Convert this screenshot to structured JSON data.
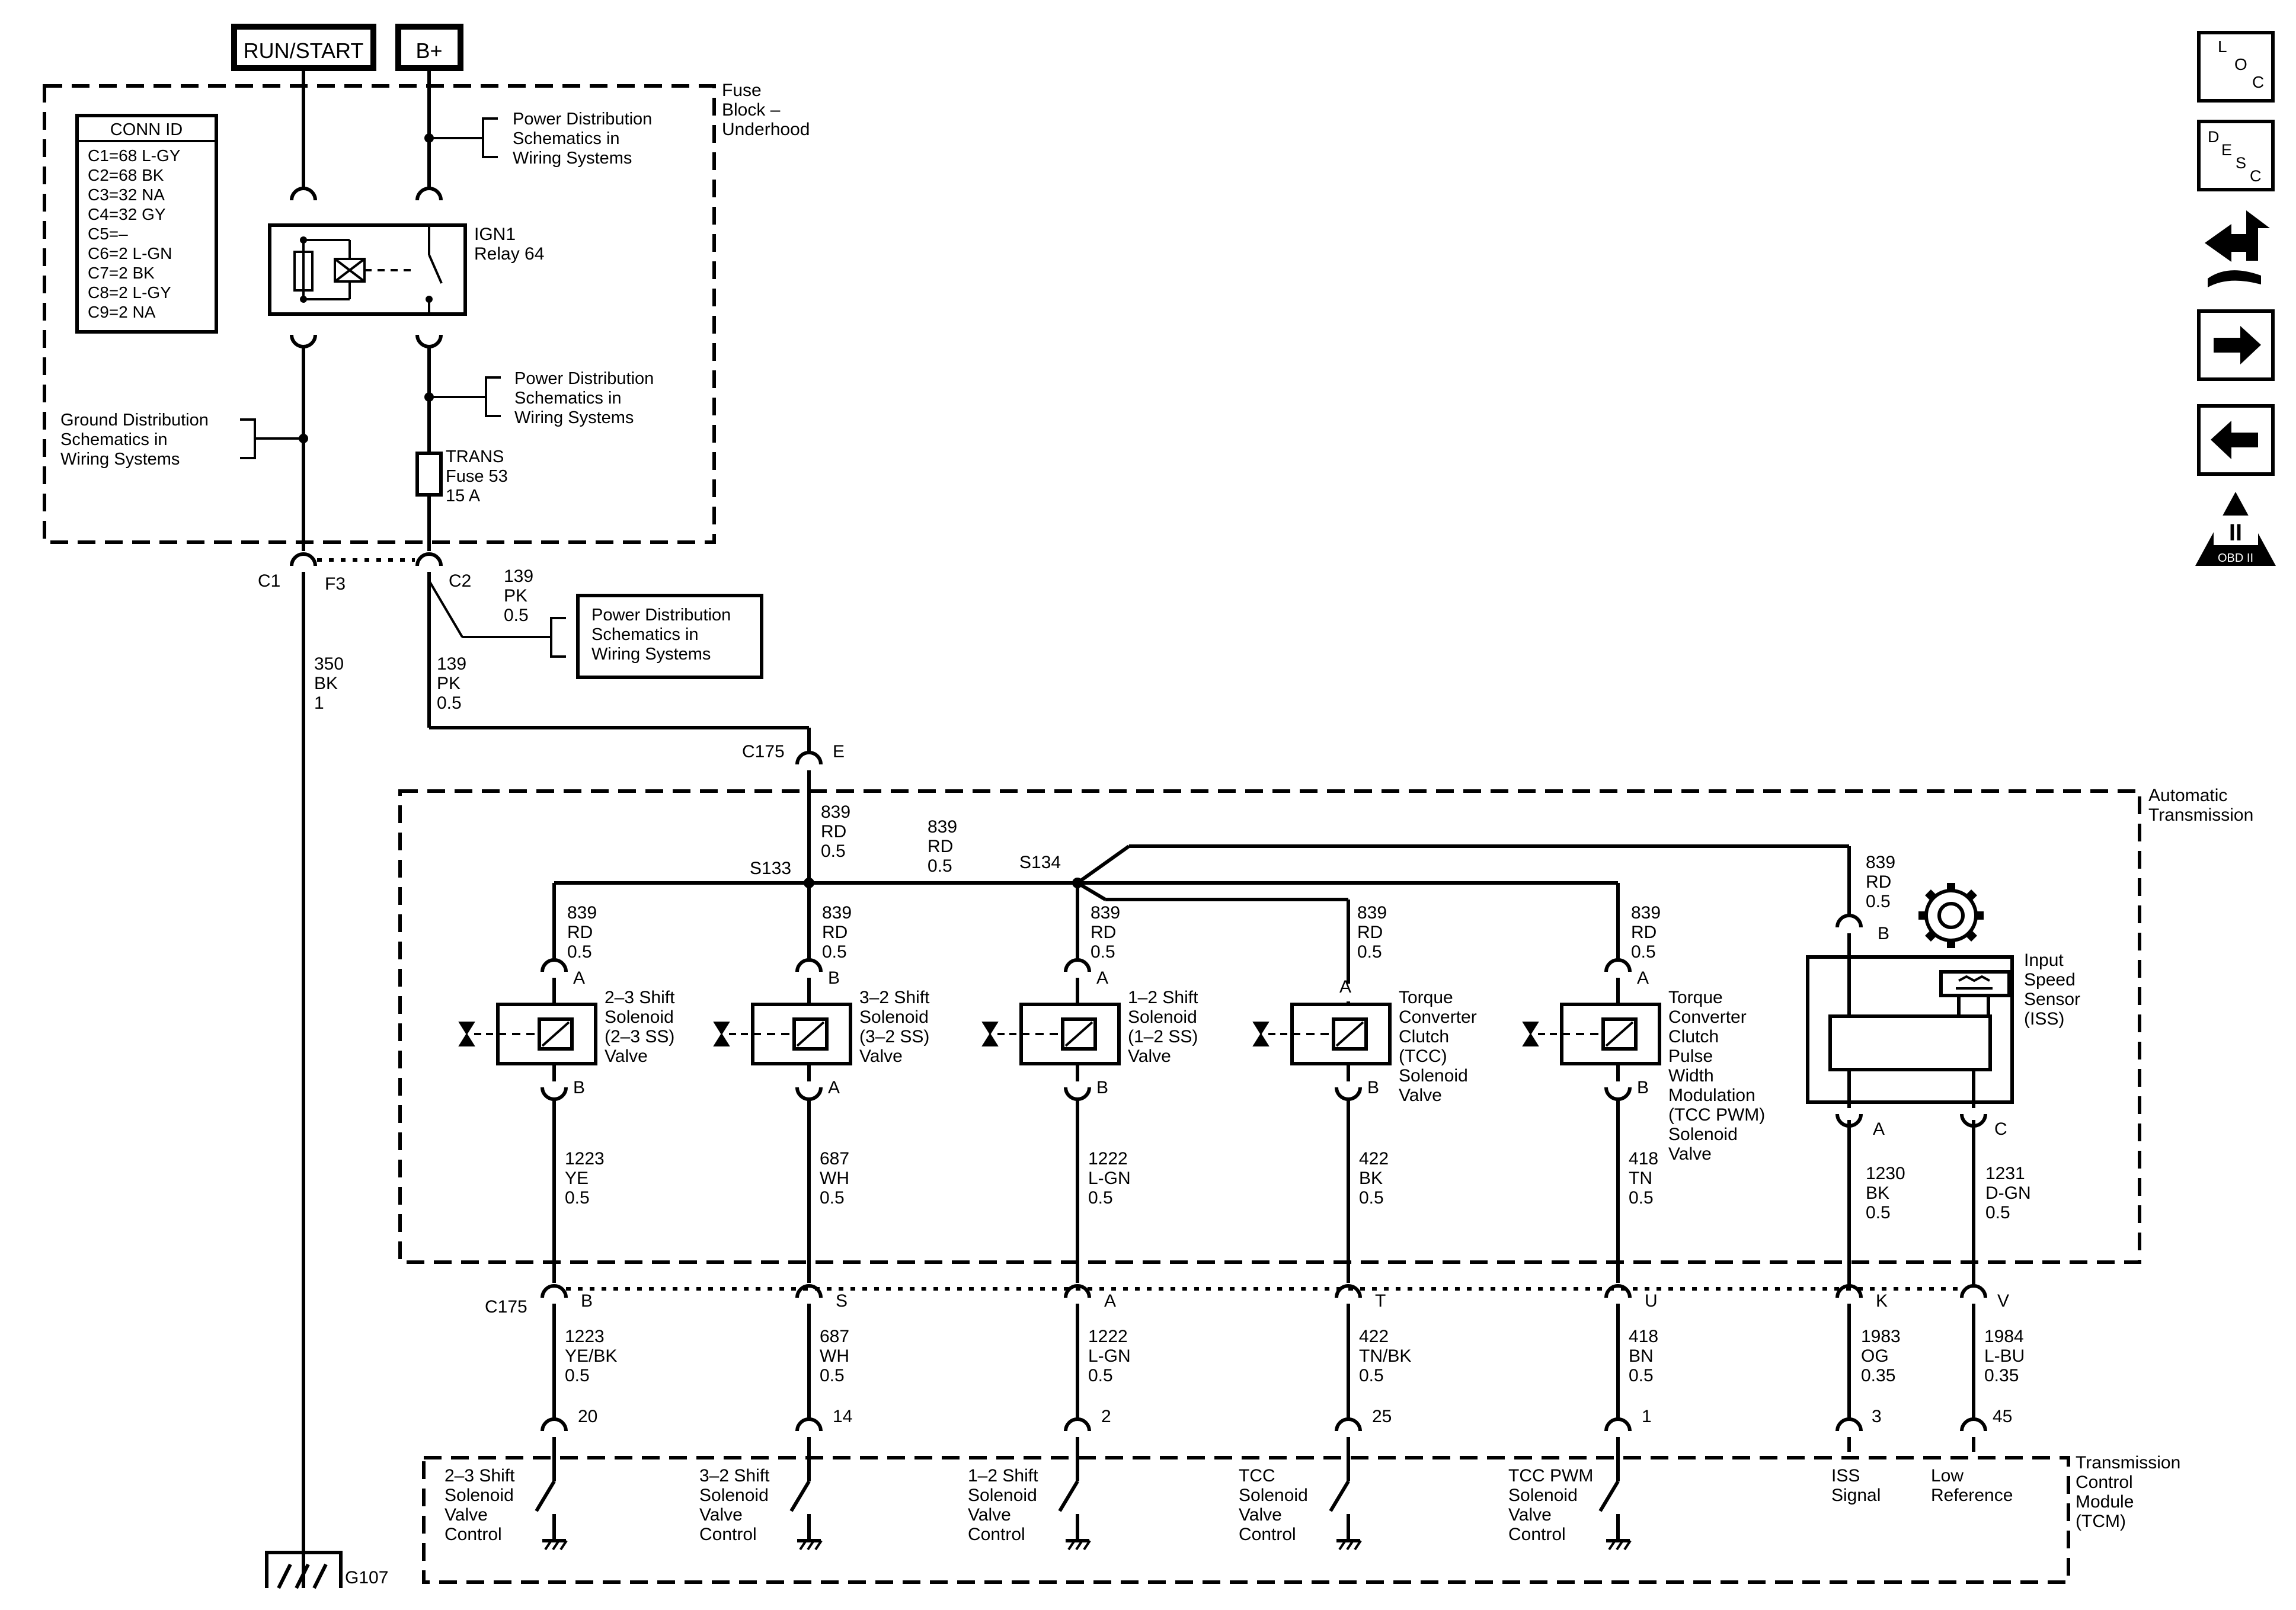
{
  "sources": {
    "run_start": "RUN/START",
    "b_plus": "B+"
  },
  "conn_id": {
    "title": "CONN ID",
    "items": [
      "C1=68 L-GY",
      "C2=68 BK",
      "C3=32 NA",
      "C4=32 GY",
      "C5=–",
      "C6=2 L-GN",
      "C7=2 BK",
      "C8=2 L-GY",
      "C9=2 NA"
    ]
  },
  "fuse_block": {
    "label": [
      "Fuse",
      "Block –",
      "Underhood"
    ]
  },
  "refs": {
    "power_dist_1": [
      "Power Distribution",
      "Schematics in",
      "Wiring Systems"
    ],
    "power_dist_2": [
      "Power Distribution",
      "Schematics in",
      "Wiring Systems"
    ],
    "power_dist_3": [
      "Power Distribution",
      "Schematics in",
      "Wiring Systems"
    ],
    "ground_dist": [
      "Ground Distribution",
      "Schematics in",
      "Wiring Systems"
    ]
  },
  "relay": {
    "label": [
      "IGN1",
      "Relay 64"
    ]
  },
  "fuse": {
    "label": [
      "TRANS",
      "Fuse 53",
      "15 A"
    ]
  },
  "connectors": {
    "c1": "C1",
    "f3": "F3",
    "c2": "C2",
    "c175_top": "C175",
    "e": "E",
    "c175_bottom": "C175"
  },
  "wires": {
    "w139_branch": [
      "139",
      "PK",
      "0.5"
    ],
    "w139_main": [
      "139",
      "PK",
      "0.5"
    ],
    "w350": [
      "350",
      "BK",
      "1"
    ],
    "w839_trunk": [
      "839",
      "RD",
      "0.5"
    ],
    "w839_mid": [
      "839",
      "RD",
      "0.5"
    ],
    "w839_iss": [
      "839",
      "RD",
      "0.5"
    ]
  },
  "splices": {
    "s133": "S133",
    "s134": "S134"
  },
  "transmission": {
    "label": [
      "Automatic",
      "Transmission"
    ]
  },
  "solenoids": [
    {
      "wire_top": [
        "839",
        "RD",
        "0.5"
      ],
      "pin_top": "A",
      "name": [
        "2–3 Shift",
        "Solenoid",
        "(2–3 SS)",
        "Valve"
      ],
      "pin_bot": "B",
      "wire_bot": [
        "1223",
        "YE",
        "0.5"
      ],
      "c175_pin": "B",
      "wire_tcm": [
        "1223",
        "YE/BK",
        "0.5"
      ],
      "tcm_pin": "20",
      "tcm_label": [
        "2–3 Shift",
        "Solenoid",
        "Valve",
        "Control"
      ]
    },
    {
      "wire_top": [
        "839",
        "RD",
        "0.5"
      ],
      "pin_top": "B",
      "name": [
        "3–2 Shift",
        "Solenoid",
        "(3–2 SS)",
        "Valve"
      ],
      "pin_bot": "A",
      "wire_bot": [
        "687",
        "WH",
        "0.5"
      ],
      "c175_pin": "S",
      "wire_tcm": [
        "687",
        "WH",
        "0.5"
      ],
      "tcm_pin": "14",
      "tcm_label": [
        "3–2 Shift",
        "Solenoid",
        "Valve",
        "Control"
      ]
    },
    {
      "wire_top": [
        "839",
        "RD",
        "0.5"
      ],
      "pin_top": "A",
      "name": [
        "1–2 Shift",
        "Solenoid",
        "(1–2 SS)",
        "Valve"
      ],
      "pin_bot": "B",
      "wire_bot": [
        "1222",
        "L-GN",
        "0.5"
      ],
      "c175_pin": "A",
      "wire_tcm": [
        "1222",
        "L-GN",
        "0.5"
      ],
      "tcm_pin": "2",
      "tcm_label": [
        "1–2 Shift",
        "Solenoid",
        "Valve",
        "Control"
      ]
    },
    {
      "wire_top": [
        "839",
        "RD",
        "0.5"
      ],
      "pin_top": "A",
      "name": [
        "Torque",
        "Converter",
        "Clutch",
        "(TCC)",
        "Solenoid",
        "Valve"
      ],
      "pin_bot": "B",
      "wire_bot": [
        "422",
        "BK",
        "0.5"
      ],
      "c175_pin": "T",
      "wire_tcm": [
        "422",
        "TN/BK",
        "0.5"
      ],
      "tcm_pin": "25",
      "tcm_label": [
        "TCC",
        "Solenoid",
        "Valve",
        "Control"
      ]
    },
    {
      "wire_top": [
        "839",
        "RD",
        "0.5"
      ],
      "pin_top": "A",
      "name": [
        "Torque",
        "Converter",
        "Clutch",
        "Pulse",
        "Width",
        "Modulation",
        "(TCC PWM)",
        "Solenoid",
        "Valve"
      ],
      "pin_bot": "B",
      "wire_bot": [
        "418",
        "TN",
        "0.5"
      ],
      "c175_pin": "U",
      "wire_tcm": [
        "418",
        "BN",
        "0.5"
      ],
      "tcm_pin": "1",
      "tcm_label": [
        "TCC PWM",
        "Solenoid",
        "Valve",
        "Control"
      ]
    }
  ],
  "iss": {
    "name": [
      "Input",
      "Speed",
      "Sensor",
      "(ISS)"
    ],
    "pin_top": "B",
    "pin_a": "A",
    "pin_c": "C",
    "wire_a": [
      "1230",
      "BK",
      "0.5"
    ],
    "wire_c": [
      "1231",
      "D-GN",
      "0.5"
    ],
    "c175_pin_a": "K",
    "c175_pin_c": "V",
    "wire_tcm_a": [
      "1983",
      "OG",
      "0.35"
    ],
    "wire_tcm_c": [
      "1984",
      "L-BU",
      "0.35"
    ],
    "tcm_pin_a": "3",
    "tcm_pin_c": "45",
    "tcm_label_a": [
      "ISS",
      "Signal"
    ],
    "tcm_label_c": [
      "Low",
      "Reference"
    ]
  },
  "tcm": {
    "label": [
      "Transmission",
      "Control",
      "Module",
      "(TCM)"
    ]
  },
  "ground": {
    "label": "G107"
  },
  "side_icons": {
    "loc": [
      "L",
      "O",
      "C"
    ],
    "desc": [
      "D",
      "E",
      "S",
      "C"
    ],
    "obd": [
      "II",
      "OBD II"
    ],
    "names": [
      "location-icon",
      "description-icon",
      "connector-path-icon",
      "next-arrow-icon",
      "previous-arrow-icon",
      "obd-ii-icon"
    ]
  }
}
